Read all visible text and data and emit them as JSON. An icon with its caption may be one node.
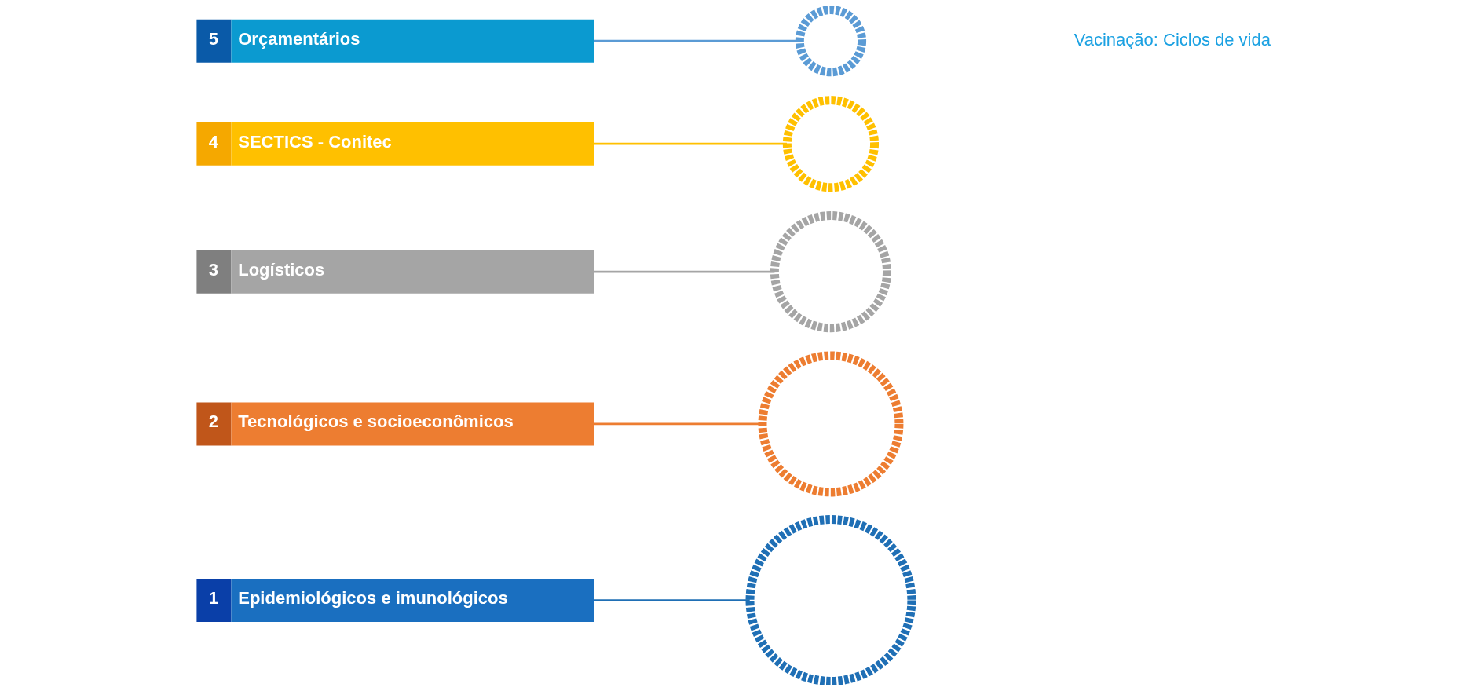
{
  "diagram": {
    "nodes": [
      {
        "text": [
          "1",
          "Epidemiológicos e imunológicos"
        ]
      },
      {
        "text": [
          "2",
          "Tecnológicos e socioeconômicos"
        ]
      },
      {
        "text": [
          "3",
          "Logísticos"
        ]
      },
      {
        "text": [
          "4",
          "SECTICS - Conitec"
        ]
      },
      {
        "text": [
          "5",
          "Orçamentários"
        ]
      },
      {
        "text": [],
        "shape": "arc"
      },
      {
        "text": [],
        "shape": "arc"
      },
      {
        "text": [],
        "shape": "arc"
      },
      {
        "text": [],
        "shape": "arc"
      },
      {
        "text": [],
        "shape": "arc"
      }
    ],
    "edges": [
      {
        "from": 0,
        "to": 5,
        "arrow": "none",
        "color": "#1f6fb5"
      },
      {
        "from": 1,
        "to": 6,
        "arrow": "none",
        "color": "#ed7d31"
      },
      {
        "from": 2,
        "to": 7,
        "arrow": "none",
        "color": "#a5a5a5"
      },
      {
        "from": 3,
        "to": 8,
        "arrow": "none",
        "color": "#ffc000"
      },
      {
        "from": 4,
        "to": 9,
        "arrow": "none",
        "color": "#5b9bd5"
      }
    ],
    "labels": [
      "Vacinação: Ciclos de vida"
    ]
  }
}
